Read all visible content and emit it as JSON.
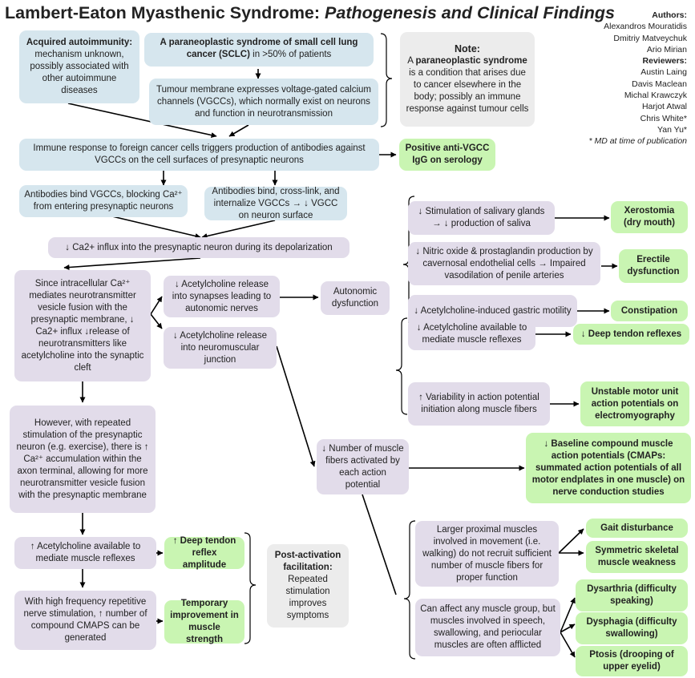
{
  "title": {
    "main": "Lambert-Eaton Myasthenic Syndrome:",
    "sub": "Pathogenesis and Clinical Findings"
  },
  "credits": {
    "authors_heading": "Authors:",
    "authors": [
      "Alexandros Mouratidis",
      "Dmitriy Matveychuk",
      "Ario Mirian"
    ],
    "reviewers_heading": "Reviewers:",
    "reviewers": [
      "Austin Laing",
      "Davis Maclean",
      "Michal Krawczyk",
      "Harjot Atwal",
      "Chris White*",
      "Yan Yu*"
    ],
    "footnote": "* MD at time of publication"
  },
  "boxes": {
    "acquired_title": "Acquired autoimmunity:",
    "acquired_body": "mechanism unknown, possibly associated with other autoimmune diseases",
    "paraneoplastic_bold": "A paraneoplastic syndrome of small cell lung cancer (SCLC)",
    "paraneoplastic_rest": " in >50% of patients",
    "tumour": "Tumour membrane expresses voltage-gated calcium channels (VGCCs), which normally exist on neurons and function in neurotransmission",
    "note_title": "Note:",
    "note_pre": "A ",
    "note_bold": "paraneoplastic syndrome",
    "note_rest": " is a condition that arises due to cancer elsewhere in the body; possibly an immune response against tumour cells",
    "immune": "Immune response to foreign cancer cells triggers production of antibodies against VGCCs on the cell surfaces of presynaptic neurons",
    "serology": "Positive anti-VGCC IgG on serology",
    "bind_block": "Antibodies bind VGCCs, blocking Ca²⁺ from entering presynaptic neurons",
    "bind_internalize": "Antibodies bind, cross-link, and internalize VGCCs → ↓ VGCC on neuron surface",
    "influx": "↓ Ca2+ influx into the presynaptic neuron during its depolarization",
    "since": "Since intracellular Ca²⁺ mediates neurotransmitter vesicle fusion with the presynaptic membrane, ↓ Ca2+ influx ↓release of neurotransmitters like acetylcholine into the synaptic cleft",
    "ach_synapse": "↓ Acetylcholine release into synapses leading to autonomic nerves",
    "ach_nmj": "↓ Acetylcholine release into neuromuscular junction",
    "autonomic": "Autonomic dysfunction",
    "salivary": "↓ Stimulation of salivary glands → ↓ production of saliva",
    "nitric": "↓ Nitric oxide & prostaglandin production by cavernosal endothelial cells → Impaired vasodilation of penile arteries",
    "gastric": "↓ Acetylcholine-induced gastric motility",
    "xerostomia": "Xerostomia (dry mouth)",
    "erectile": "Erectile dysfunction",
    "constipation": "Constipation",
    "ach_available": "↓ Acetylcholine available to mediate muscle reflexes",
    "deep_tendon": "↓ Deep tendon reflexes",
    "variability": "↑ Variability in action potential initiation along muscle fibers",
    "unstable": "Unstable motor unit action potentials on electromyography",
    "fibers": "↓ Number of muscle fibers activated by each action potential",
    "baseline": "↓ Baseline compound muscle action potentials (CMAPs: summated action potentials of all motor endplates in one muscle) on nerve conduction studies",
    "however": "However, with repeated stimulation of the presynaptic neuron (e.g. exercise), there is ↑ Ca²⁺ accumulation within the axon terminal, allowing for more neurotransmitter vesicle fusion with the presynaptic membrane",
    "ach_up": "↑ Acetylcholine available to mediate muscle reflexes",
    "deep_up": "↑ Deep tendon reflex amplitude",
    "high_freq": "With high frequency repetitive nerve stimulation, ↑ number of compound CMAPS can be generated",
    "temporary": "Temporary improvement in muscle strength",
    "post_title": "Post-activation facilitation:",
    "post_body": "Repeated stimulation improves symptoms",
    "larger": "Larger proximal muscles involved in movement (i.e. walking) do not recruit sufficient number of muscle fibers for proper function",
    "any_group": "Can affect any muscle group, but muscles involved in speech, swallowing, and periocular muscles are often afflicted",
    "gait": "Gait disturbance",
    "weakness": "Symmetric skeletal muscle weakness",
    "dysarthria": "Dysarthria (difficulty speaking)",
    "dysphagia": "Dysphagia (difficulty swallowing)",
    "ptosis": "Ptosis (drooping of upper eyelid)"
  },
  "colors": {
    "blue_box": "#d6e6ee",
    "purple_box": "#e2dcea",
    "green_box": "#c9f5b2",
    "note_box": "#ececec",
    "arrow": "#000000"
  }
}
